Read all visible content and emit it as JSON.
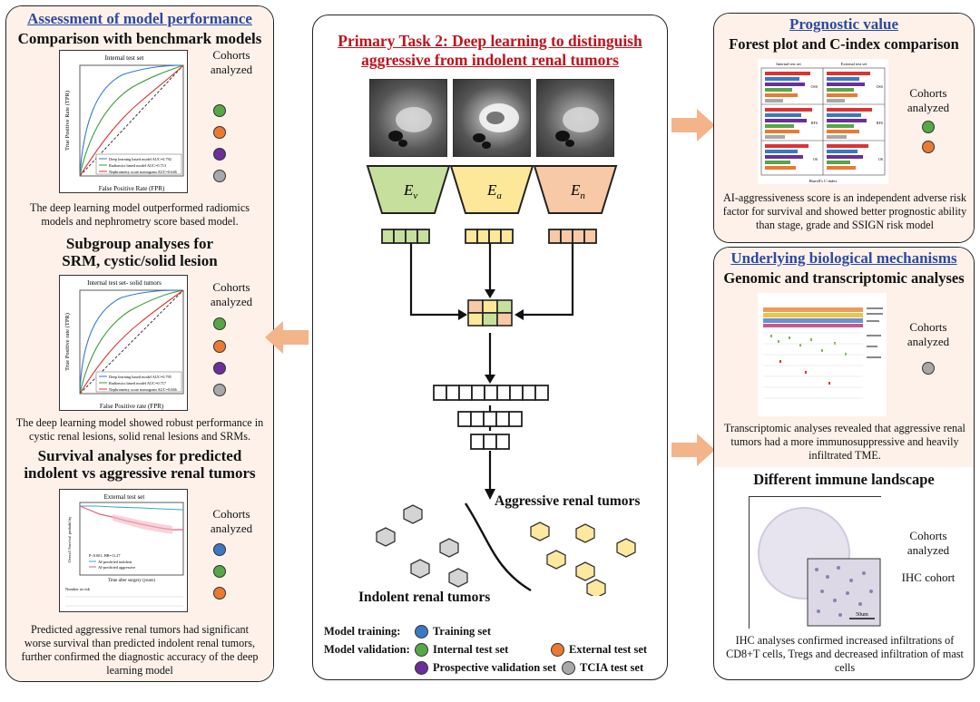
{
  "left": {
    "title": "Assessment of model performance",
    "sec1": {
      "title": "Comparison with benchmark models",
      "chart_title": "Internal test set",
      "xlabel": "False Positive Rate (FPR)",
      "ylabel": "True Positive Rate (TPR)",
      "legend": [
        "Deep learning based model   AUC=0.792",
        "Radiomics based model   AUC=0.713",
        "Nephrometry score nomogram   AUC=0.646"
      ],
      "cohorts_label": "Cohorts analyzed",
      "caption": "The deep learning model outperformed radiomics models and nephrometry score based model."
    },
    "sec2": {
      "title": "Subgroup analyses for SRM, cystic/solid lesion",
      "chart_title": "Internal test set- solid tumors",
      "xlabel": "False Positive rate (FPR)",
      "ylabel": "True Positive rate (TPR)",
      "legend": [
        "Deep learning based model   AUC=0.795",
        "Radiomics based model   AUC=0.717",
        "Nephrometry score nomogram   AUC=0.666"
      ],
      "cohorts_label": "Cohorts analyzed",
      "caption": "The deep learning model showed robust performance in cystic renal lesions, solid renal lesions and SRMs."
    },
    "sec3": {
      "title": "Survival analyses for predicted indolent vs aggressive renal tumors",
      "chart_title": "External test set",
      "xlabel": "Time after surgery (years)",
      "ylabel": "Overall Survival probability",
      "stats": "P<0.001, HR=11.27",
      "legend": [
        "AI-predicted indolent",
        "AI-predicted aggressive"
      ],
      "risk_title": "Number at risk",
      "cohorts_label": "Cohorts analyzed",
      "caption": "Predicted aggressive renal tumors had significant worse survival than predicted indolent renal tumors, further confirmed the diagnostic accuracy of the deep learning model"
    }
  },
  "center": {
    "title": "Primary Task 2: Deep learning to distinguish aggressive from indolent renal tumors",
    "encoders": [
      "E",
      "E",
      "E"
    ],
    "encoder_subs": [
      "v",
      "a",
      "n"
    ],
    "aggressive_label": "Aggressive renal tumors",
    "indolent_label": "Indolent renal tumors",
    "legend": {
      "training_label": "Model training:",
      "validation_label": "Model validation:",
      "training_set": "Training set",
      "internal_test": "Internal test set",
      "external_test": "External test set",
      "prospective": "Prospective validation set",
      "tcia": "TCIA test set"
    }
  },
  "right_top": {
    "title": "Prognostic value",
    "subtitle": "Forest plot and C-index comparison",
    "plot_headers": [
      "Internal test set",
      "External test set"
    ],
    "row_labels": [
      "OSS",
      "RFS",
      "OS"
    ],
    "xlabel": "Harrell's C-index",
    "cohorts_label": "Cohorts analyzed",
    "caption": "AI-aggressiveness score is an independent adverse risk factor for survival and showed better prognostic ability than stage, grade and SSIGN risk model"
  },
  "right_bottom": {
    "title": "Underlying biological mechanisms",
    "subtitle": "Genomic and transcriptomic analyses",
    "cohorts_label": "Cohorts analyzed",
    "caption1": "Transcriptomic analyses revealed that aggressive renal tumors had a more immunosuppressive and heavily infiltrated TME.",
    "subtitle2": "Different immune landscape",
    "cohorts_label2": "Cohorts analyzed",
    "ihc_label": "IHC cohort",
    "scale_label": "50um",
    "caption2": "IHC analyses confirmed increased infiltrations of CD8+T cells, Tregs and decreased infiltration of mast cells"
  },
  "colors": {
    "blue": "#3a78c4",
    "green": "#55a845",
    "orange": "#ea7a32",
    "purple": "#6a2f9a",
    "gray": "#a8a8a8",
    "hex_gray": "#d4d4d4",
    "hex_yellow": "#fde8a0",
    "encoder_v": "#c7df9d",
    "encoder_a": "#fde89a",
    "encoder_n": "#f7c9a6",
    "arrow": "#f3b48a"
  }
}
